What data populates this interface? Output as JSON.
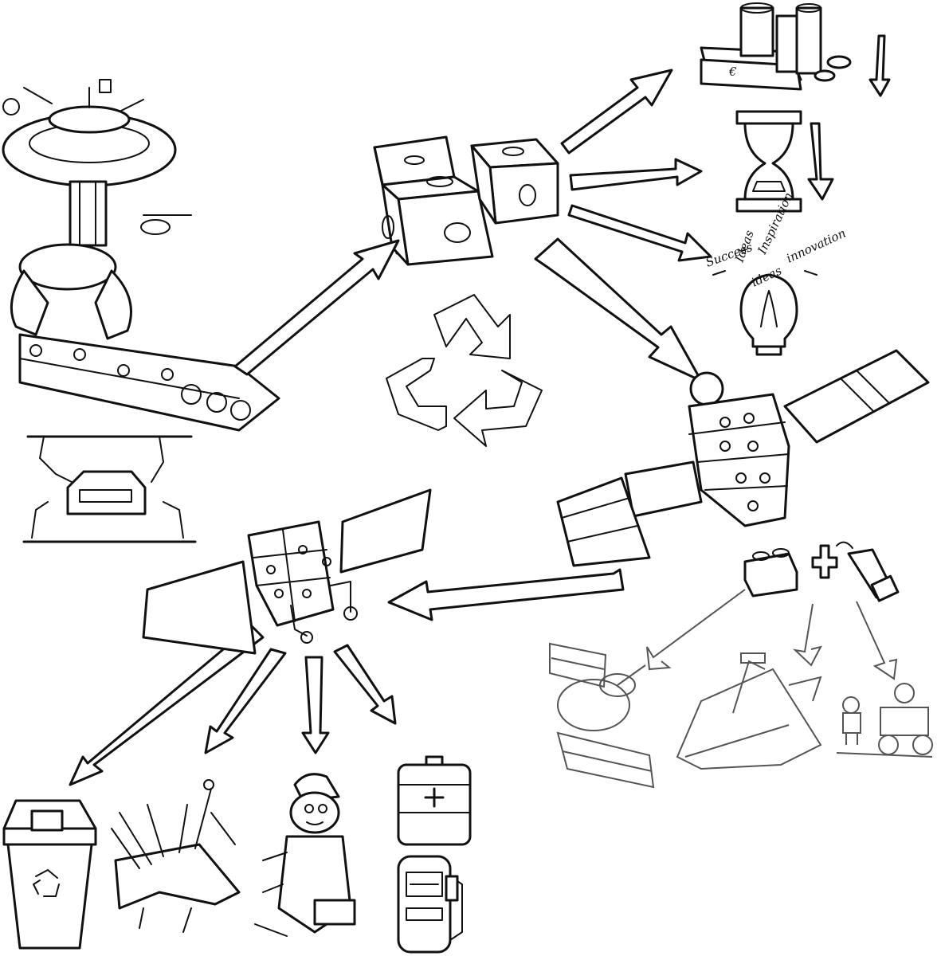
{
  "bulb_words": [
    "Success",
    "Ideas",
    "Inspiration",
    "innovation",
    "ideas"
  ],
  "colors": {
    "ink": "#111111",
    "paper": "#ffffff",
    "sketch_grey": "#555555"
  },
  "icons": {
    "space_factory": "space-factory-icon",
    "modules": "modules-cube-icon",
    "recycle": "recycle-icon",
    "money": "money-stack-icon",
    "hourglass": "hourglass-icon",
    "bulb": "lightbulb-icon",
    "satellite_large": "modular-satellite-icon",
    "satellite_small": "small-satellite-icon",
    "bin": "recycle-bin-icon",
    "multitool": "multitool-icon",
    "mechanic": "mechanic-icon",
    "battery": "battery-icon",
    "fuel": "fuel-pump-icon",
    "toy_brick": "toy-brick-icon",
    "usb": "usb-plug-icon",
    "toy_satellite": "toy-satellite-icon",
    "toy_shuttle": "toy-shuttle-icon",
    "toy_astronauts": "toy-astronauts-icon"
  }
}
